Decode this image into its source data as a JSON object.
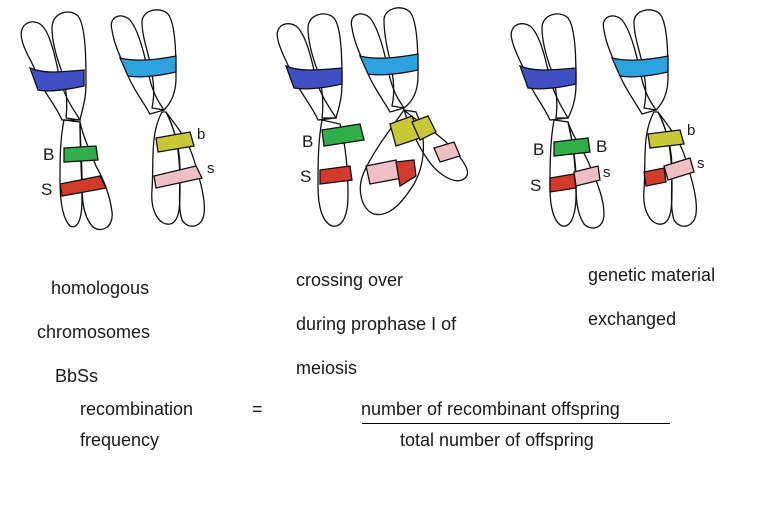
{
  "colors": {
    "outline": "#111111",
    "blue_dark": "#3f4fc4",
    "blue_light": "#2ea2de",
    "green": "#2fae4a",
    "red": "#d23a2a",
    "yellow": "#c7c838",
    "pink": "#efbfc6"
  },
  "panels": [
    {
      "caption_lines": [
        "homologous",
        "chromosomes",
        "BbSs"
      ],
      "labels": {
        "B_left": "B",
        "S_left": "S",
        "b_right": "b",
        "s_right": "s"
      }
    },
    {
      "caption_lines": [
        "crossing over",
        "during prophase I of",
        "meiosis"
      ],
      "labels": {
        "B_left": "B",
        "S_left": "S"
      }
    },
    {
      "caption_lines": [
        "genetic material",
        "exchanged"
      ],
      "labels": {
        "B_left": "B",
        "S_left": "S",
        "B_cross": "B",
        "s_cross": "s",
        "b_right": "b",
        "s_right": "s"
      }
    }
  ],
  "equation": {
    "lhs_line1": "recombination",
    "lhs_line2": "frequency",
    "equals": "=",
    "numerator": "number of recombinant offspring",
    "denominator": "total number of offspring"
  }
}
